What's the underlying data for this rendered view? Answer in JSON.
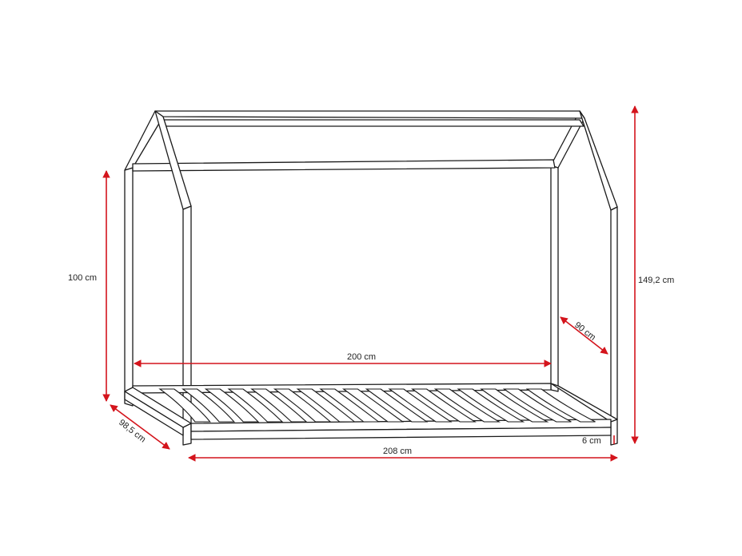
{
  "dimensions": {
    "height_100": "100 cm",
    "height_149": "149,2 cm",
    "length_200": "200 cm",
    "length_208": "208 cm",
    "width_90": "90 cm",
    "width_98": "98,5 cm",
    "leg_6": "6 cm"
  },
  "colors": {
    "dimension_line": "#d4141c",
    "outline": "#1a1a1a"
  }
}
